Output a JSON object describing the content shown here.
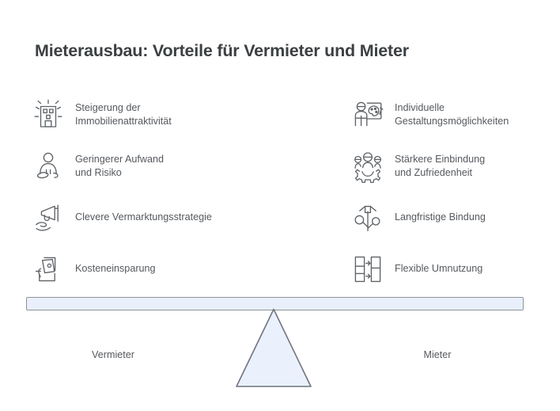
{
  "title": "Mieterausbau: Vorteile für Vermieter und Mieter",
  "colors": {
    "title_text": "#3c4043",
    "body_text": "#55595e",
    "icon_stroke": "#5f6368",
    "beam_fill": "#e9f0fb",
    "beam_stroke": "#8e929c",
    "fulcrum_fill": "#eaf1fc",
    "fulcrum_stroke": "#707480",
    "background": "#ffffff"
  },
  "left_column": {
    "side_label": "Vermieter",
    "items": [
      {
        "icon": "building-sparkle-icon",
        "label": "Steigerung der\nImmobilienattraktivität"
      },
      {
        "icon": "meditating-person-icon",
        "label": "Geringerer Aufwand\nund Risiko"
      },
      {
        "icon": "megaphone-in-hand-icon",
        "label": "Clevere Vermarktungsstrategie"
      },
      {
        "icon": "hand-with-money-icon",
        "label": "Kosteneinsparung"
      }
    ]
  },
  "right_column": {
    "side_label": "Mieter",
    "items": [
      {
        "icon": "person-with-palette-icon",
        "label": "Individuelle\nGestaltungsmöglichkeiten"
      },
      {
        "icon": "people-gear-icon",
        "label": "Stärkere Einbindung\nund Zufriedenheit"
      },
      {
        "icon": "growing-plant-arrow-icon",
        "label": "Langfristige Bindung"
      },
      {
        "icon": "floorplan-swap-icon",
        "label": "Flexible Umnutzung"
      }
    ]
  },
  "seesaw": {
    "beam_name": "balance-beam",
    "fulcrum_name": "balance-fulcrum-triangle"
  }
}
